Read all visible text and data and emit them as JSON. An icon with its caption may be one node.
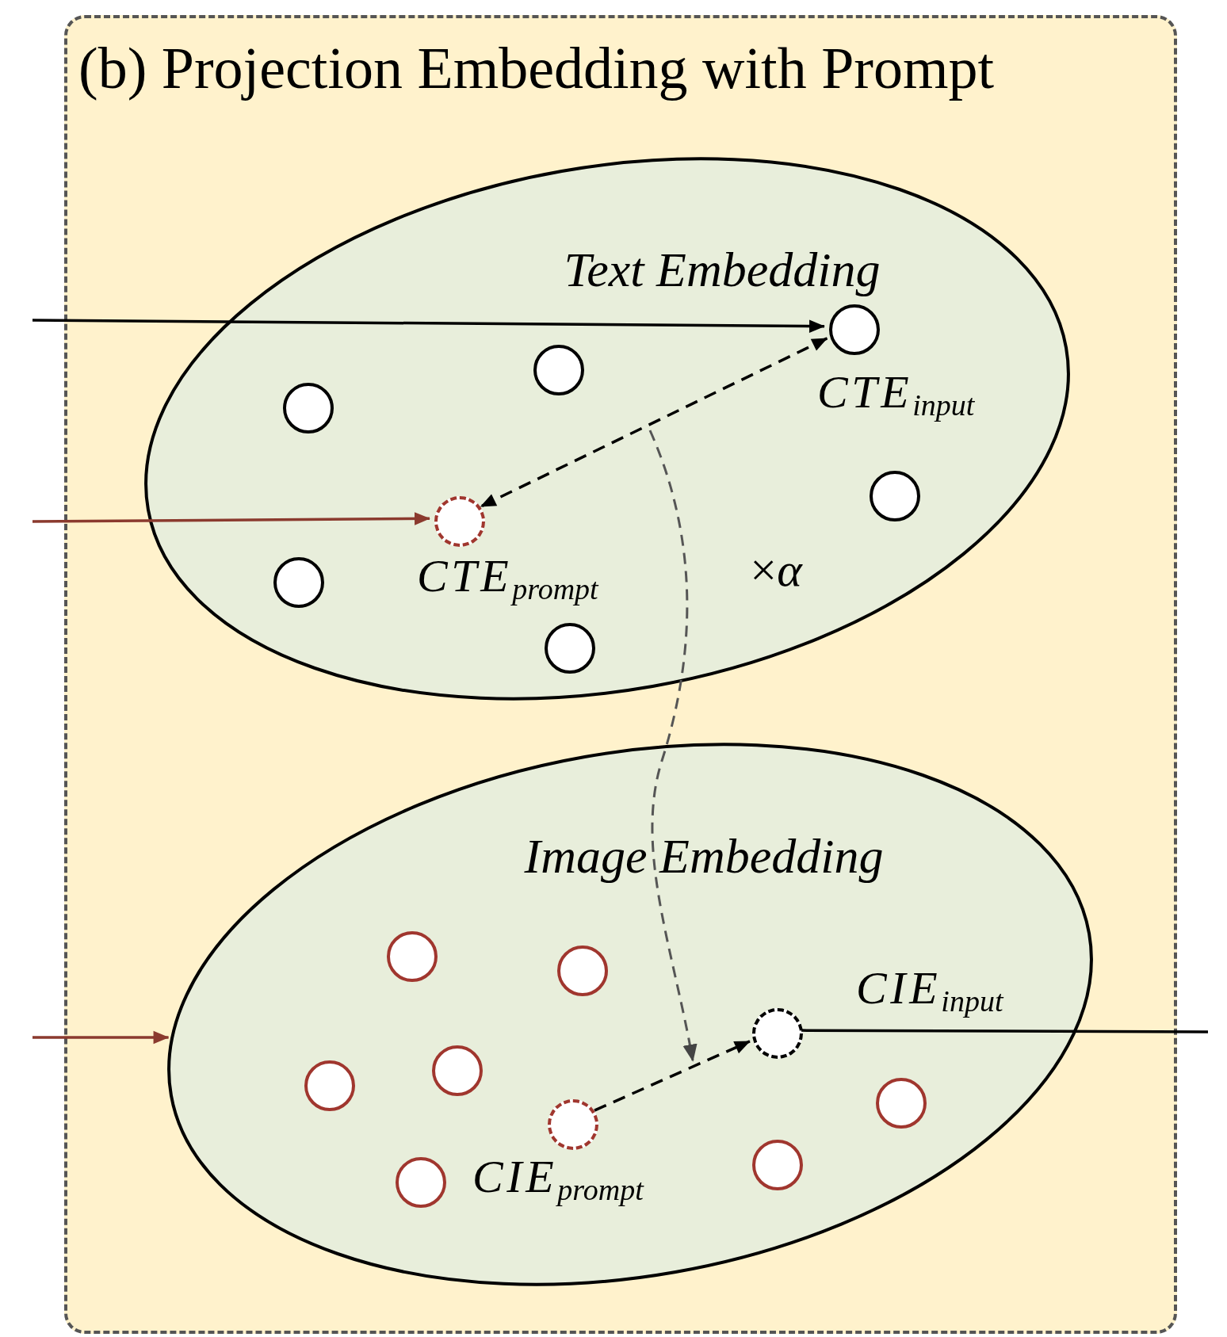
{
  "diagram": {
    "nodes": [
      {
        "text": [
          "(b) Projection Embedding with Prompt"
        ]
      },
      {
        "text": [
          "Text Embedding"
        ],
        "in": 0
      },
      {
        "text": [],
        "shape": "circle",
        "in": 1,
        "beside": [
          "CTE$_{input}$"
        ]
      },
      {
        "text": [],
        "shape": "circle",
        "in": 1
      },
      {
        "text": [],
        "shape": "circle",
        "in": 1
      },
      {
        "text": [],
        "shape": "circle",
        "in": 1
      },
      {
        "text": [],
        "shape": "circle",
        "in": 1,
        "beside": [
          "CTE$_{prompt}$"
        ]
      },
      {
        "text": [],
        "shape": "circle",
        "in": 1
      },
      {
        "text": [],
        "shape": "circle",
        "in": 1
      },
      {
        "text": [
          "Image Embedding"
        ],
        "in": 0
      },
      {
        "text": [],
        "shape": "circle",
        "in": 9
      },
      {
        "text": [],
        "shape": "circle",
        "in": 9
      },
      {
        "text": [],
        "shape": "circle",
        "in": 9,
        "beside": [
          "CIE$_{input}$"
        ]
      },
      {
        "text": [],
        "shape": "circle",
        "in": 9
      },
      {
        "text": [],
        "shape": "circle",
        "in": 9
      },
      {
        "text": [],
        "shape": "circle",
        "in": 9
      },
      {
        "text": [],
        "shape": "circle",
        "in": 9,
        "beside": [
          "CIE$_{prompt}$"
        ]
      },
      {
        "text": [],
        "shape": "circle",
        "in": 9
      },
      {
        "text": [],
        "shape": "circle",
        "in": 9
      }
    ],
    "edges": [
      {
        "from": null,
        "to": 2,
        "arrow": "to"
      },
      {
        "from": null,
        "to": 6,
        "arrow": "to",
        "color": "#8b3a2e"
      },
      {
        "from": null,
        "to": 9,
        "arrow": "to",
        "color": "#8b3a2e"
      },
      {
        "from": 12,
        "to": null,
        "arrow": "none"
      },
      {
        "from": 2,
        "to": 6,
        "arrow": "both",
        "style": "dashed"
      },
      {
        "from": 16,
        "to": 12,
        "arrow": "to",
        "style": "dashed"
      }
    ],
    "labels": [
      "×*α*"
    ]
  }
}
